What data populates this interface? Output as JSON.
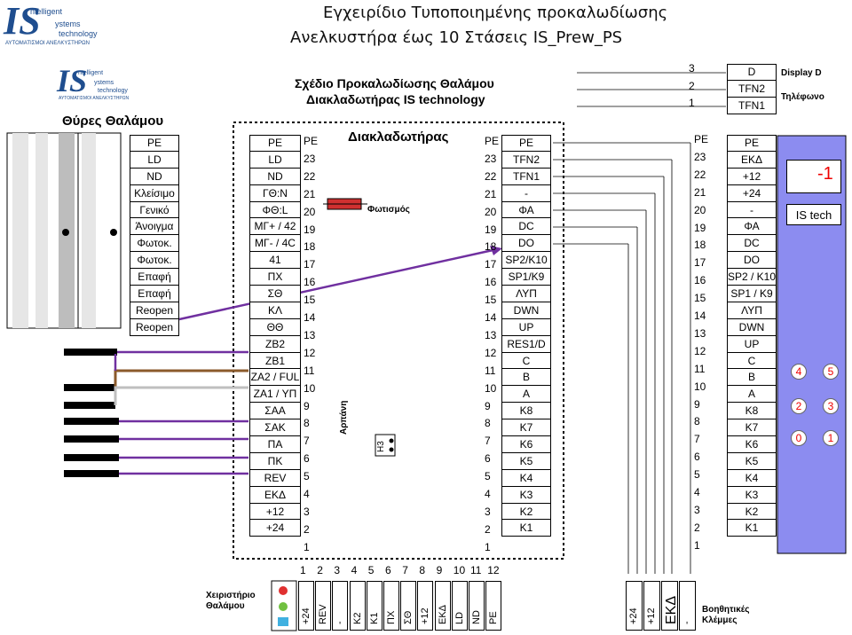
{
  "header": {
    "line1": "Εγχειρίδιο Τυποποιημένης προκαλωδίωσης",
    "line2": "Ανελκυστήρα έως 10 Στάσεις IS_Prew_PS"
  },
  "logo": {
    "mark": "IS",
    "ntelligent": "ntelligent",
    "ystems": "ystems",
    "technology": "technology",
    "tagline": "ΑΥΤΟΜΑΤΙΣΜΟΙ ΑΝΕΛΚΥΣΤΗΡΩΝ"
  },
  "diagram": {
    "title1": "Σχέδιο Προκαλωδίωσης Θαλάμου",
    "title2": "Διακλαδωτήρας IS technology",
    "doors_title": "Θύρες Θαλάμου",
    "branch_title": "Διακλαδωτήρας",
    "lighting": "Φωτισμός",
    "arapi": "Αρπάνη",
    "h3": "H3",
    "display_label": "Display D",
    "phone_label": "Τηλέφωνο",
    "manual_label": "Χειριστήριο Θαλάμου",
    "aux_label": "Βοηθητικές Κλέμμες",
    "display_text": "-1",
    "is_tech": "IS tech"
  },
  "doors_col": [
    "PE",
    "LD",
    "ND",
    "Κλείσιμο",
    "Γενικό",
    "Άνοιγμα",
    "Φωτοκ.",
    "Φωτοκ.",
    "Επαφή",
    "Επαφή",
    "Reopen",
    "Reopen"
  ],
  "left_col": [
    "PE",
    "LD",
    "ND",
    "ΓΘ:N",
    "ΦΘ:L",
    "ΜΓ+ / 42",
    "ΜΓ- / 4C",
    "41",
    "ΠΧ",
    "ΣΘ",
    "ΚΛ",
    "ΘΘ",
    "ZB2",
    "ZB1",
    "ZA2 / FUL",
    "ZA1 / ΥΠ",
    "ΣΑΑ",
    "ΣΑΚ",
    "ΠΑ",
    "ΠΚ",
    "REV",
    "ΕΚΔ",
    "+12",
    "+24"
  ],
  "left_nums": [
    "PE",
    "23",
    "22",
    "21",
    "20",
    "19",
    "18",
    "17",
    "16",
    "15",
    "14",
    "13",
    "12",
    "11",
    "10",
    "9",
    "8",
    "7",
    "6",
    "5",
    "4",
    "3",
    "2",
    "1"
  ],
  "mid_col": [
    "PE",
    "TFN2",
    "TFN1",
    "-",
    "ΦΑ",
    "DC",
    "DO",
    "SP2/K10",
    "SP1/K9",
    "ΛΥΠ",
    "DWN",
    "UP",
    "RES1/D",
    "C",
    "B",
    "A",
    "K8",
    "K7",
    "K6",
    "K5",
    "K4",
    "K3",
    "K2",
    "K1"
  ],
  "right_col": [
    "PE",
    "ΕΚΔ",
    "+12",
    "+24",
    "-",
    "ΦΑ",
    "DC",
    "DO",
    "SP2 / K10",
    "SP1 / K9",
    "ΛΥΠ",
    "DWN",
    "UP",
    "C",
    "B",
    "A",
    "K8",
    "K7",
    "K6",
    "K5",
    "K4",
    "K3",
    "K2",
    "K1"
  ],
  "display_col": [
    "D",
    "TFN2",
    "TFN1"
  ],
  "display_nums": [
    "3",
    "2",
    "1"
  ],
  "bottom_nums": [
    "1",
    "2",
    "3",
    "4",
    "5",
    "6",
    "7",
    "8",
    "9",
    "10",
    "11",
    "12"
  ],
  "bottom_labels": [
    "+24",
    "REV",
    "-",
    "K2",
    "K1",
    "ΠΧ",
    "ΣΘ",
    "+12",
    "ΕΚΔ",
    "LD",
    "ND",
    "PE"
  ],
  "aux_labels": [
    "+24",
    "+12",
    "ΕΚΔ",
    "-"
  ],
  "floor_buttons": [
    "4",
    "5",
    "2",
    "3",
    "0",
    "1"
  ],
  "colors": {
    "purple": "#7030a0",
    "brown": "#8b5a2b",
    "gray": "#bfbfbf",
    "panel": "#8c8cf0",
    "red": "#ff0000",
    "button_red": "#e03030"
  }
}
